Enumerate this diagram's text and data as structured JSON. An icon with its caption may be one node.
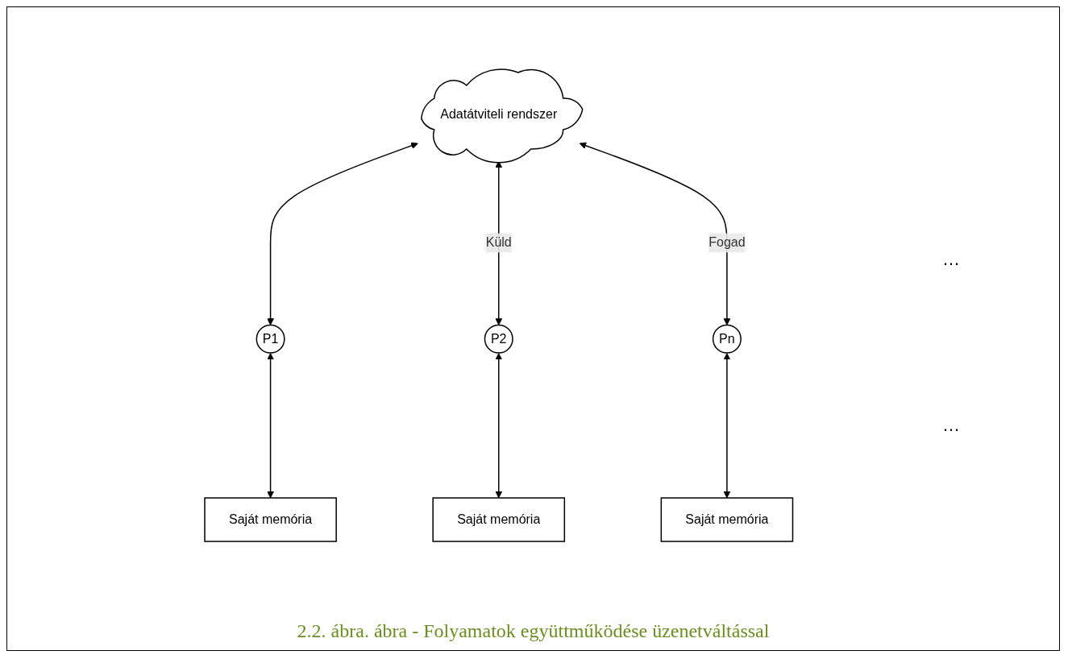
{
  "diagram": {
    "caption": "2.2. ábra. ábra - Folyamatok együttműködése üzenetváltással",
    "nodes": [
      {
        "text": [
          "Adatátviteli rendszer"
        ]
      },
      {
        "text": [
          "P1"
        ]
      },
      {
        "text": [
          "P2"
        ]
      },
      {
        "text": [
          "Pn"
        ]
      },
      {
        "text": [
          "Saját memória"
        ]
      },
      {
        "text": [
          "Saját memória"
        ]
      },
      {
        "text": [
          "Saját memória"
        ]
      }
    ],
    "edges": [
      {
        "from": 0,
        "to": 1,
        "arrow": "both"
      },
      {
        "from": 0,
        "to": 2,
        "arrow": "both",
        "label": "Küld"
      },
      {
        "from": 0,
        "to": 3,
        "arrow": "both",
        "label": "Fogad"
      },
      {
        "from": 1,
        "to": 4,
        "arrow": "both"
      },
      {
        "from": 2,
        "to": 5,
        "arrow": "both"
      },
      {
        "from": 3,
        "to": 6,
        "arrow": "both"
      }
    ],
    "labels": [
      "…",
      "…"
    ]
  }
}
